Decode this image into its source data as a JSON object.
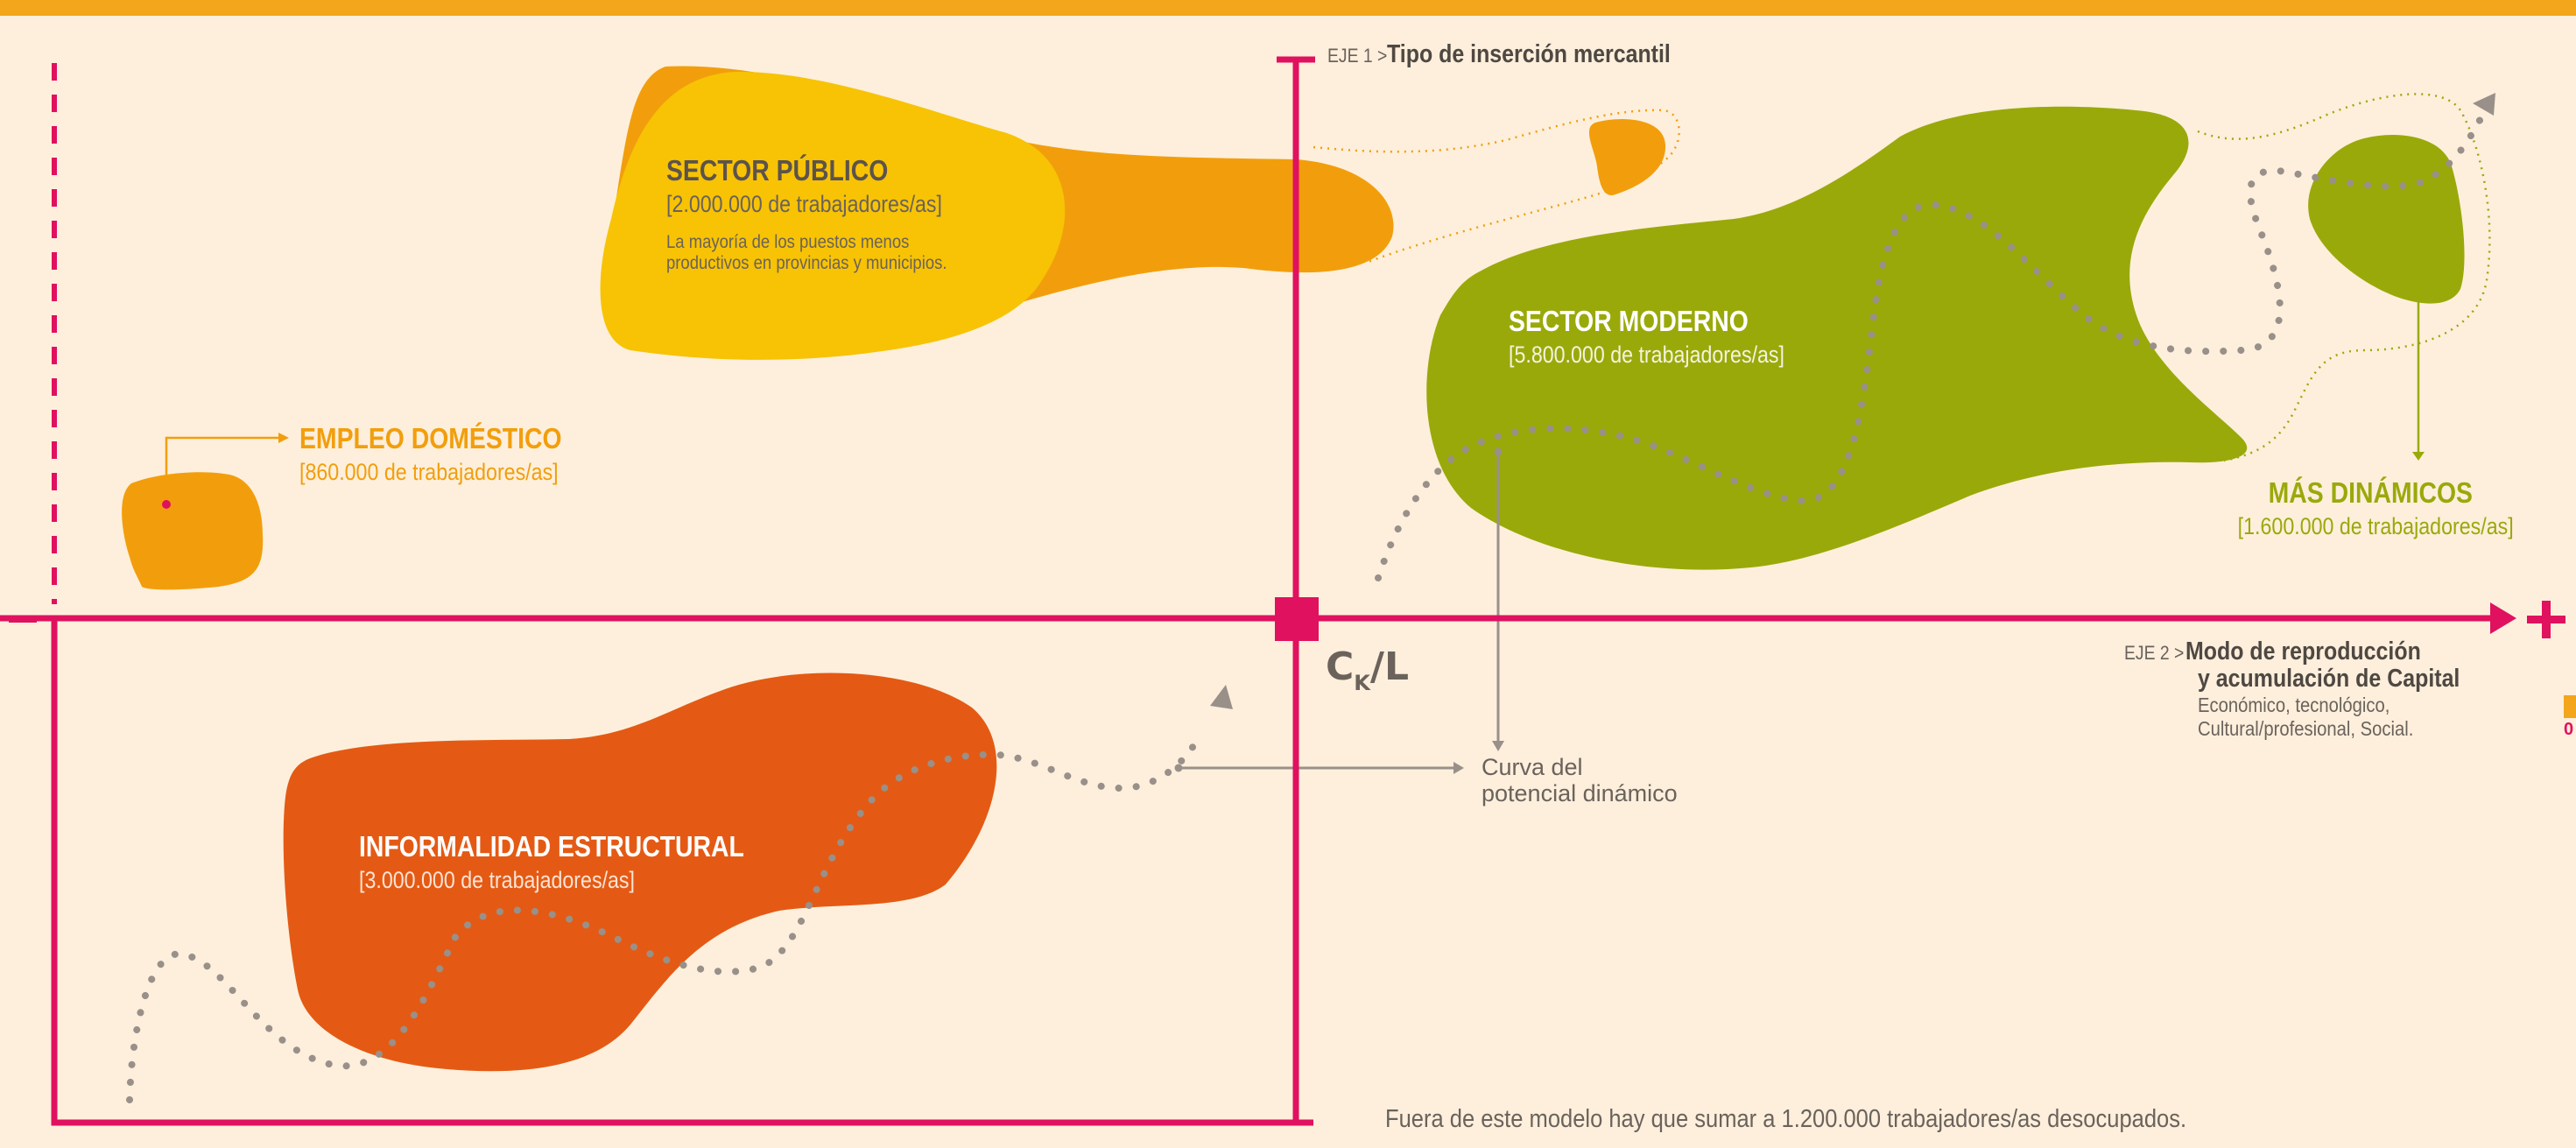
{
  "colors": {
    "background": "#fdefdc",
    "top_bar": "#f3a51b",
    "axis": "#e0115f",
    "orange": "#f29e0c",
    "yellow": "#f7c304",
    "olive": "#9aa90a",
    "red_orange": "#e45a14",
    "gray": "#999089",
    "text_gray": "#6b625c"
  },
  "axis1": {
    "prefix": "EJE 1 >",
    "title": "Tipo de inserción mercantil"
  },
  "axis2": {
    "prefix": "EJE 2 >",
    "title_line1": "Modo de reproducción",
    "title_line2": "y acumulación de Capital",
    "desc_line1": "Económico, tecnológico,",
    "desc_line2": "Cultural/profesional, Social."
  },
  "axis_minus": "–",
  "axis_plus": "+",
  "origin_label": {
    "c": "C",
    "sub": "K",
    "rest": "/L"
  },
  "sectors": {
    "publico": {
      "title": "SECTOR PÚBLICO",
      "workers": "[2.000.000 de trabajadores/as]",
      "note_line1": "La mayoría de los puestos menos",
      "note_line2": "productivos en provincias y municipios."
    },
    "domestico": {
      "title": "EMPLEO DOMÉSTICO",
      "workers": "[860.000 de trabajadores/as]"
    },
    "moderno": {
      "title": "SECTOR MODERNO",
      "workers": "[5.800.000 de trabajadores/as]"
    },
    "dinamicos": {
      "title": "MÁS DINÁMICOS",
      "workers": "[1.600.000 de trabajadores/as]"
    },
    "informalidad": {
      "title": "INFORMALIDAD ESTRUCTURAL",
      "workers": "[3.000.000 de trabajadores/as]"
    }
  },
  "curve_label": {
    "line1": "Curva del",
    "line2": "potencial dinámico"
  },
  "footnote": "Fuera de este modelo hay que sumar a 1.200.000 trabajadores/as desocupados.",
  "page_corner": "0"
}
